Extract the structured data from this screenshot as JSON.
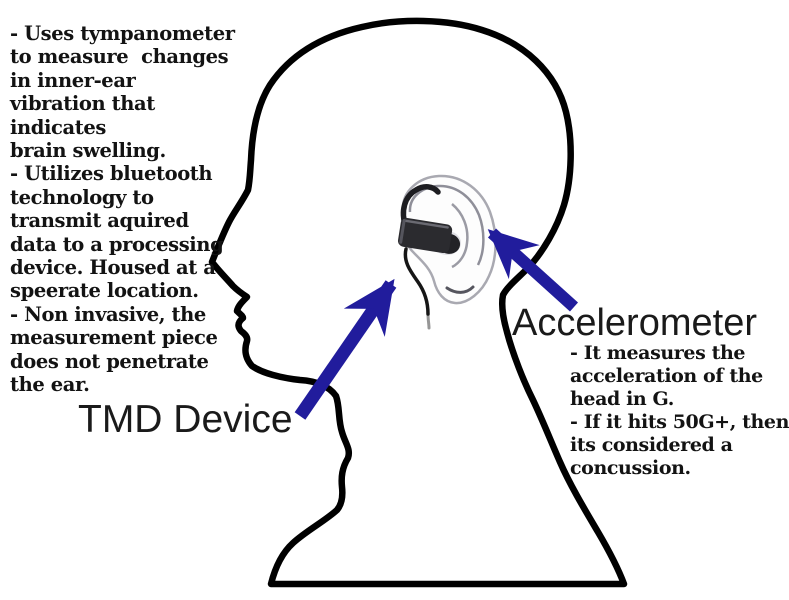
{
  "colors": {
    "arrow_blue": "#211C9C",
    "outline_black": "#000000",
    "device_dark": "#2b2b2f"
  },
  "left_notes": {
    "lines": [
      "- Uses tympanometer",
      "to measure  changes",
      "in inner-ear",
      "vibration that",
      "indicates",
      "brain swelling.",
      "- Utilizes bluetooth",
      "technology to",
      "transmit aquired",
      "data to a processing",
      "device. Housed at a",
      "speerate location.",
      "- Non invasive, the",
      "measurement piece",
      "does not penetrate",
      "the ear."
    ]
  },
  "labels": {
    "tmd": "TMD Device",
    "accelerometer": "Accelerometer"
  },
  "right_notes": {
    "lines": [
      "- It measures the",
      "acceleration of the",
      "head in G.",
      "- If it hits 50G+, then",
      "its considered a",
      "concussion."
    ]
  }
}
